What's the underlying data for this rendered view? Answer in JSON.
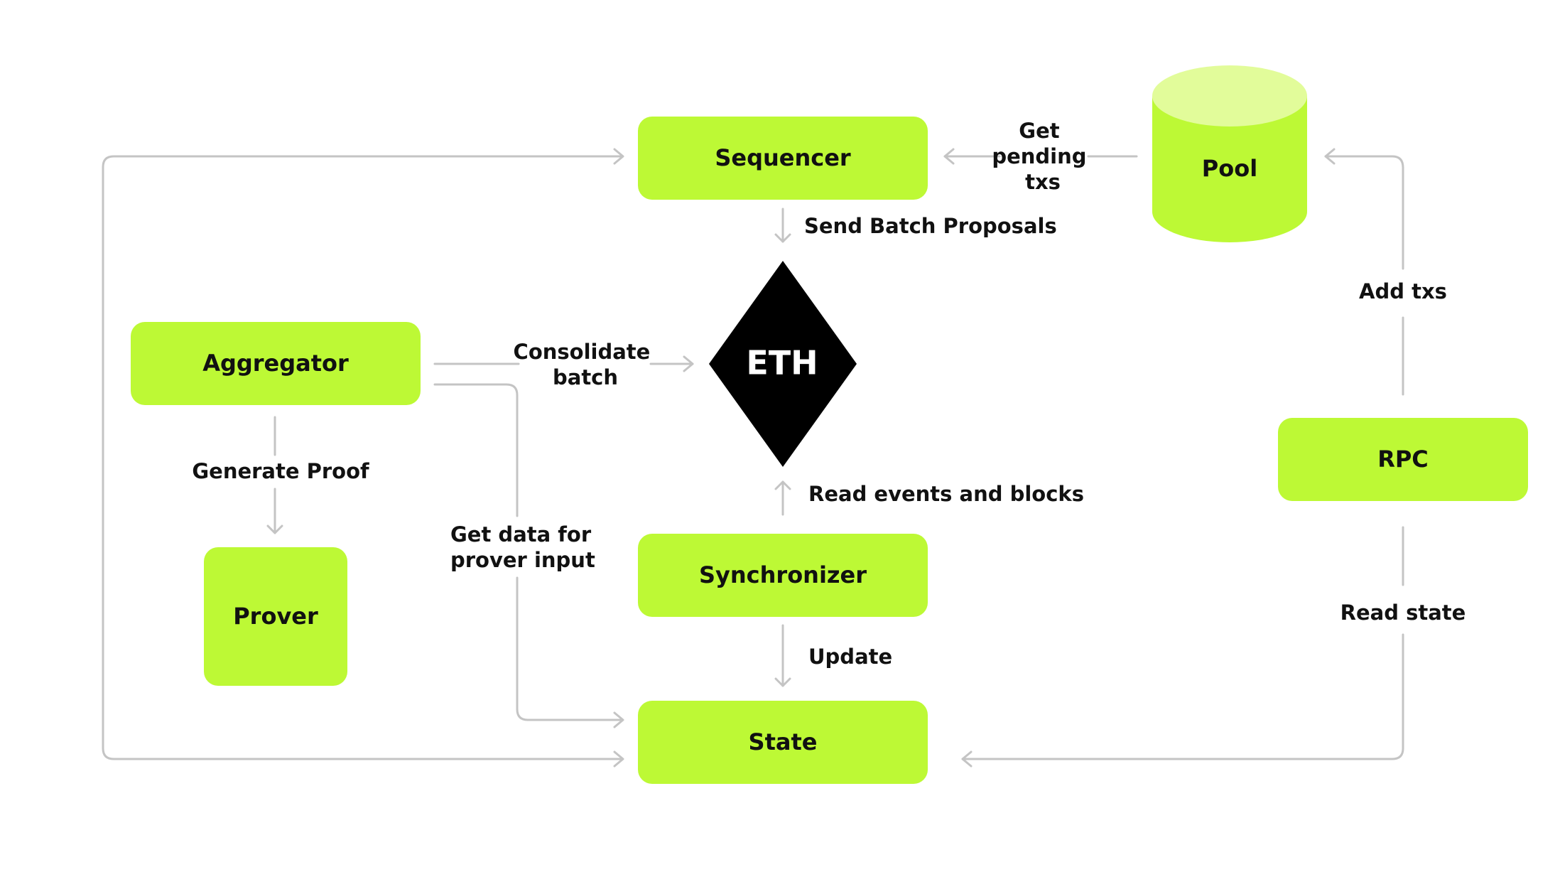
{
  "colors": {
    "node_fill": "#bdf935",
    "pool_top": "#e2fc9a",
    "eth_fill": "#000000",
    "connector": "#c4c4c4",
    "text": "#111111"
  },
  "nodes": {
    "sequencer": "Sequencer",
    "pool": "Pool",
    "aggregator": "Aggregator",
    "eth": "ETH",
    "prover": "Prover",
    "synchronizer": "Synchronizer",
    "state": "State",
    "rpc": "RPC"
  },
  "edges": {
    "get_pending_txs": [
      "Get",
      "pending",
      "txs"
    ],
    "send_batch_proposals": "Send Batch Proposals",
    "consolidate_batch": [
      "Consolidate",
      "batch"
    ],
    "add_txs": "Add txs",
    "generate_proof": "Generate Proof",
    "read_events_and_blocks": "Read events and blocks",
    "get_data_for_prover_input": [
      "Get data for",
      "prover input"
    ],
    "update": "Update",
    "read_state": "Read state"
  }
}
